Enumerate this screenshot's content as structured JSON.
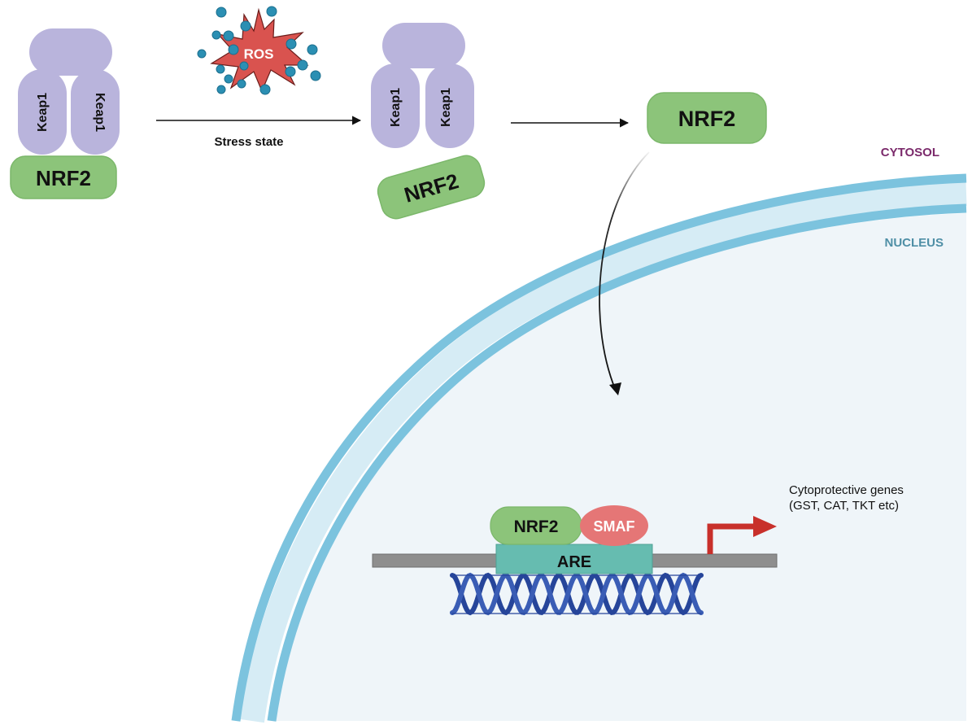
{
  "title": "NRF2 / Keap1 pathway under oxidative stress",
  "colors": {
    "keap1": "#b9b4dc",
    "nrf2": "#8cc47a",
    "nrf2_border": "#6fae60",
    "ros_star": "#d9534f",
    "ros_dot": "#2b8fb3",
    "membrane": "#7cc3de",
    "membrane_gap": "#d6ecf5",
    "nucleus_fill": "#eff5f9",
    "smaf": "#e57676",
    "are": "#66bcb0",
    "dna_strand": "#8e8e8e",
    "dna_helix": "#26459a",
    "gene_arrow": "#c8302b",
    "cytosol_label": "#7b2a6b",
    "nucleus_label": "#4f8fa6"
  },
  "complex_basal": {
    "keap1_left": "Keap1",
    "keap1_right": "Keap1",
    "nrf2": "NRF2"
  },
  "stress": {
    "ros_label": "ROS",
    "arrow_label": "Stress state"
  },
  "complex_stress": {
    "keap1_left": "Keap1",
    "keap1_right": "Keap1",
    "nrf2": "NRF2"
  },
  "free_nrf2": "NRF2",
  "compartments": {
    "cytosol": "CYTOSOL",
    "nucleus": "NUCLEUS"
  },
  "promoter": {
    "nrf2": "NRF2",
    "smaf": "SMAF",
    "are": "ARE"
  },
  "output": {
    "line1": "Cytoprotective genes",
    "line2": "(GST, CAT, TKT etc)"
  }
}
